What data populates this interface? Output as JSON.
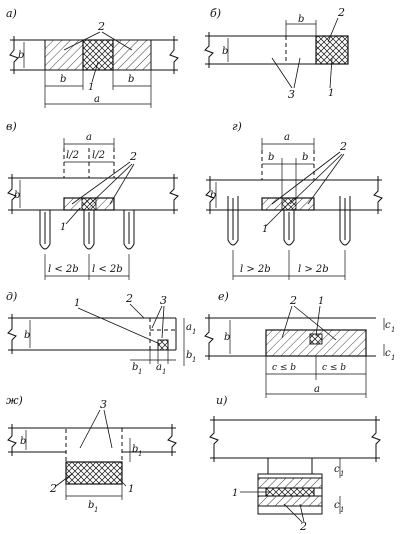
{
  "panels": [
    {
      "id": "a",
      "letter": "а)"
    },
    {
      "id": "b",
      "letter": "б)"
    },
    {
      "id": "v",
      "letter": "в)"
    },
    {
      "id": "g",
      "letter": "г)"
    },
    {
      "id": "d",
      "letter": "д)"
    },
    {
      "id": "e",
      "letter": "е)"
    },
    {
      "id": "zh",
      "letter": "ж)"
    },
    {
      "id": "i",
      "letter": "и)"
    }
  ],
  "labels": {
    "one": "1",
    "two": "2",
    "three": "3",
    "a": "a",
    "b": "b",
    "a1": "a",
    "b1": "b",
    "c1": "c",
    "sub1": "1",
    "l_half": "l/2",
    "l_le_2b": "l < 2b",
    "l_gt_2b": "l > 2b",
    "c1_le_b": "c ≤ b"
  },
  "colors": {
    "ink": "#111111",
    "paper": "#ffffff"
  }
}
